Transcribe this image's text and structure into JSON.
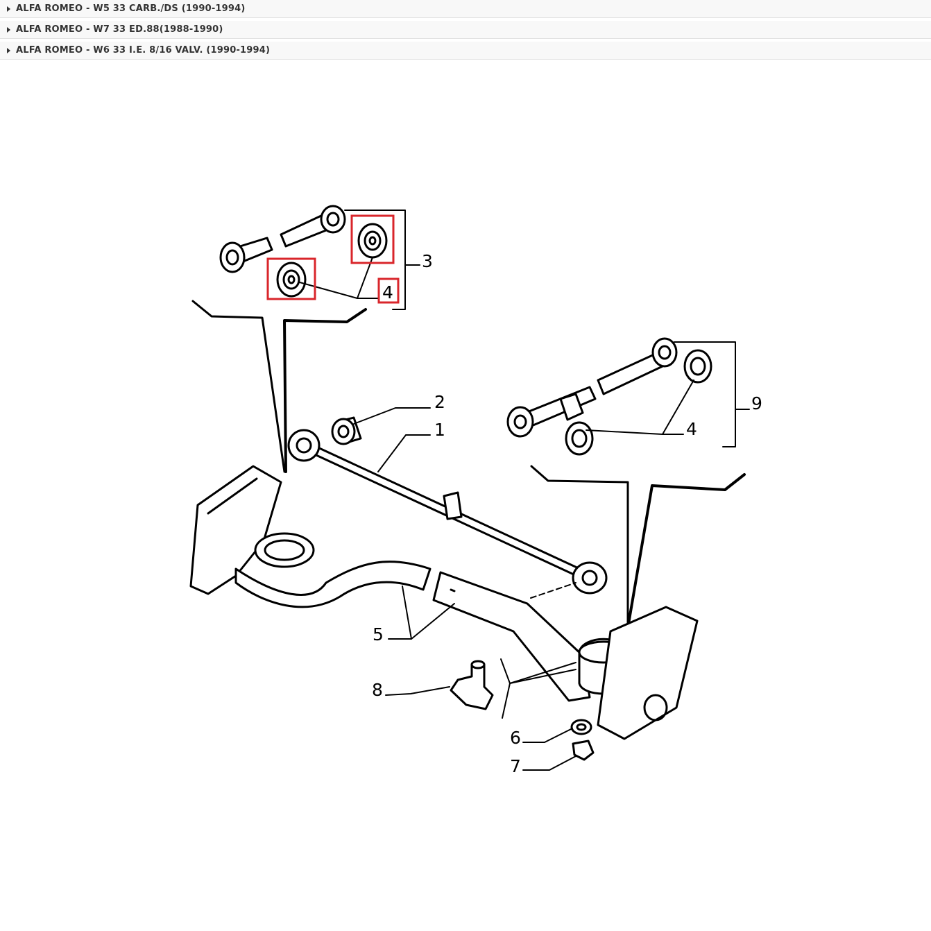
{
  "vehicles": [
    {
      "label": "ALFA ROMEO - W5 33 CARB./DS (1990-1994)"
    },
    {
      "label": "ALFA ROMEO - W7 33 ED.88(1988-1990)"
    },
    {
      "label": "ALFA ROMEO - W6 33 I.E. 8/16 VALV. (1990-1994)"
    }
  ],
  "diagram": {
    "callouts": [
      "1",
      "2",
      "3",
      "4",
      "4",
      "5",
      "6",
      "7",
      "8",
      "9"
    ],
    "highlight_color": "#d9262b"
  }
}
